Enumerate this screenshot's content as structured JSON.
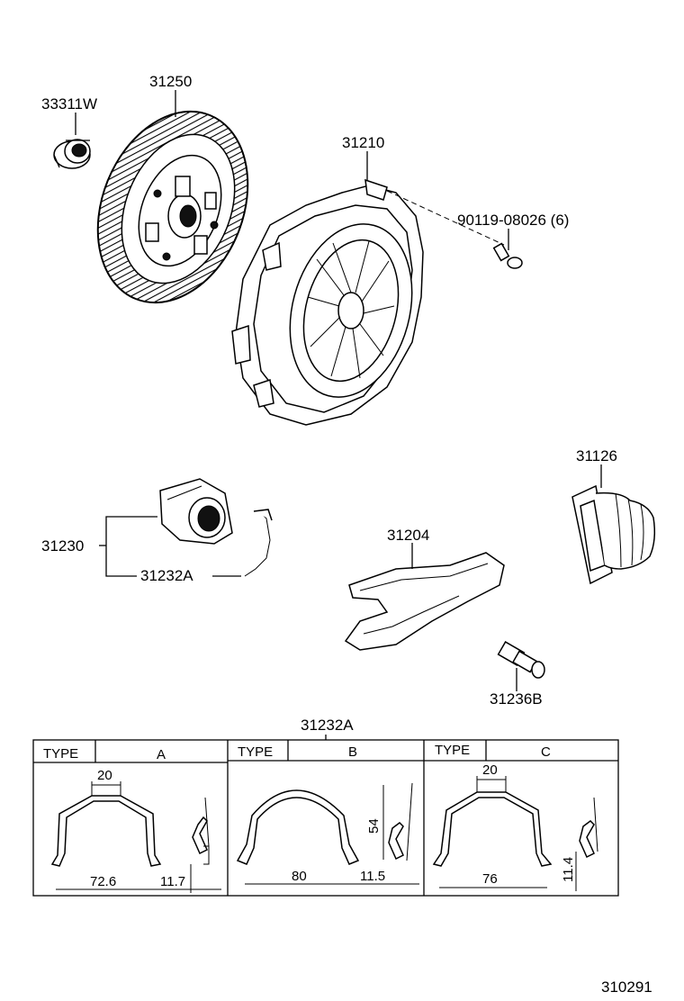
{
  "parts": {
    "bearing_small": "33311W",
    "clutch_disc": "31250",
    "cover_assembly": "31210",
    "cover_bolt": "90119-08026 (6)",
    "release_bearing_hub": "31230",
    "clip": "31232A",
    "release_fork": "31204",
    "boot": "31126",
    "fork_support": "31236B"
  },
  "clip_table": {
    "title": "31232A",
    "header_label": "TYPE",
    "types": [
      {
        "type": "A",
        "width_top": "20",
        "width_bottom": "72.6",
        "side": "11.7"
      },
      {
        "type": "B",
        "height": "54",
        "width_bottom": "80",
        "side": "11.5"
      },
      {
        "type": "C",
        "width_top": "20",
        "width_bottom": "76",
        "side": "11.4"
      }
    ]
  },
  "figure_number": "310291"
}
